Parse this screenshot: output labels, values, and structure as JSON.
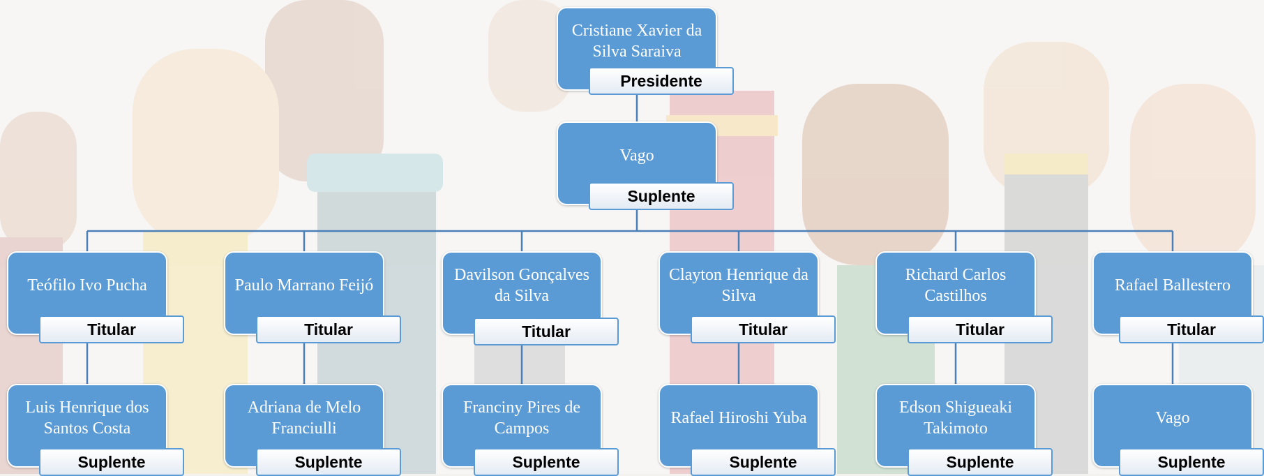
{
  "org_chart": {
    "president": {
      "name": "Cristiane Xavier da Silva Saraiva",
      "role": "Presidente"
    },
    "president_substitute": {
      "name": "Vago",
      "role": "Suplente"
    },
    "members": [
      {
        "titular": {
          "name": "Teófilo Ivo Pucha",
          "role": "Titular"
        },
        "suplente": {
          "name": "Luis Henrique dos Santos Costa",
          "role": "Suplente"
        }
      },
      {
        "titular": {
          "name": "Paulo Marrano Feijó",
          "role": "Titular"
        },
        "suplente": {
          "name": "Adriana de Melo Franciulli",
          "role": "Suplente"
        }
      },
      {
        "titular": {
          "name": "Davilson Gonçalves da Silva",
          "role": "Titular"
        },
        "suplente": {
          "name": "Franciny Pires de Campos",
          "role": "Suplente"
        }
      },
      {
        "titular": {
          "name": "Clayton Henrique da Silva",
          "role": "Titular"
        },
        "suplente": {
          "name": "Rafael Hiroshi Yuba",
          "role": "Suplente"
        }
      },
      {
        "titular": {
          "name": "Richard Carlos Castilhos",
          "role": "Titular"
        },
        "suplente": {
          "name": "Edson Shigueaki Takimoto",
          "role": "Suplente"
        }
      },
      {
        "titular": {
          "name": "Rafael Ballestero",
          "role": "Titular"
        },
        "suplente": {
          "name": "Vago",
          "role": "Suplente"
        }
      }
    ]
  },
  "colors": {
    "box_fill": "#5b9bd5",
    "connector": "#4a7fb8",
    "role_text": "#000000",
    "name_text": "#ffffff"
  }
}
